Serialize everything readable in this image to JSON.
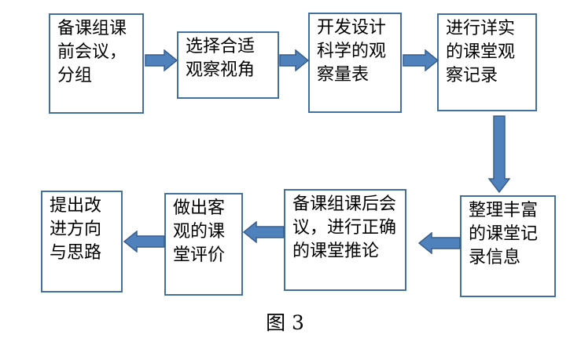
{
  "steps": [
    {
      "label": "备课组课\n前会议，\n分组"
    },
    {
      "label": "选择合适\n观察视角"
    },
    {
      "label": "开发设计\n科学的观\n察量表"
    },
    {
      "label": "进行详实\n的课堂观\n察记录"
    },
    {
      "label": "整理丰富\n的课堂记\n录信息"
    },
    {
      "label": "备课组课后会\n议，进行正确\n的课堂推论"
    },
    {
      "label": "做出客\n观的课\n堂评价"
    },
    {
      "label": "提出改\n进方向\n与思路"
    }
  ],
  "caption": "图 3",
  "colors": {
    "box_border": "#41719c",
    "arrow_fill": "#4f81bd",
    "arrow_stroke": "#385d8a",
    "text": "#000000"
  }
}
